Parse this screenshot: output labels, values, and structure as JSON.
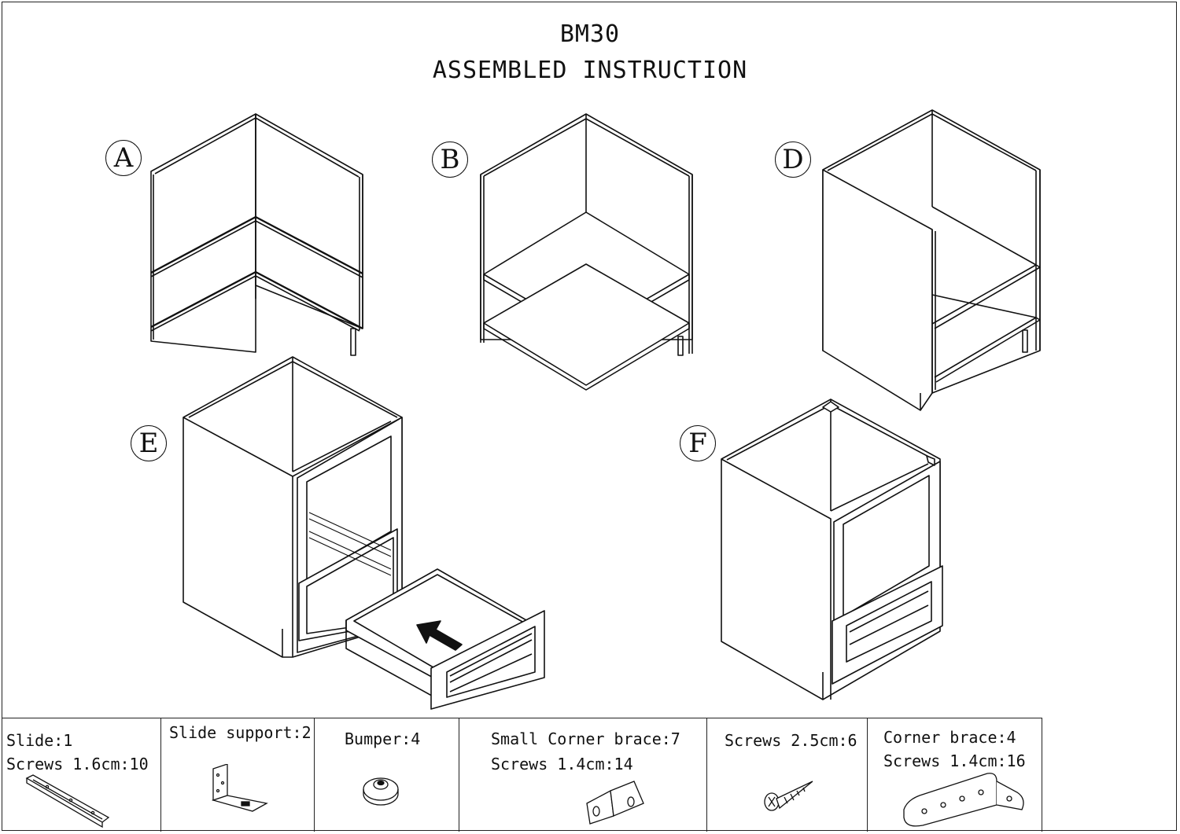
{
  "document": {
    "title": "BM30",
    "subtitle": "ASSEMBLED INSTRUCTION"
  },
  "steps": [
    {
      "label": "A",
      "illustration": "side-and-back-panels"
    },
    {
      "label": "B",
      "illustration": "panels-with-shelves"
    },
    {
      "label": "D",
      "illustration": "carcass-with-side-panel"
    },
    {
      "label": "E",
      "illustration": "insert-drawer-arrow"
    },
    {
      "label": "F",
      "illustration": "completed-cabinet"
    }
  ],
  "parts": [
    {
      "lines": [
        "Slide:1",
        "Screws 1.6cm:10"
      ],
      "icon": "drawer-slide-icon"
    },
    {
      "lines": [
        "Slide support:2"
      ],
      "icon": "slide-support-bracket-icon"
    },
    {
      "lines": [
        "Bumper:4"
      ],
      "icon": "bumper-icon"
    },
    {
      "lines": [
        "Small Corner brace:7",
        "Screws 1.4cm:14"
      ],
      "icon": "small-corner-brace-icon"
    },
    {
      "lines": [
        "Screws 2.5cm:6"
      ],
      "icon": "screw-icon"
    },
    {
      "lines": [
        "Corner brace:4",
        "Screws 1.4cm:16"
      ],
      "icon": "corner-brace-icon"
    }
  ],
  "colors": {
    "line": "#111111",
    "background": "#ffffff"
  }
}
